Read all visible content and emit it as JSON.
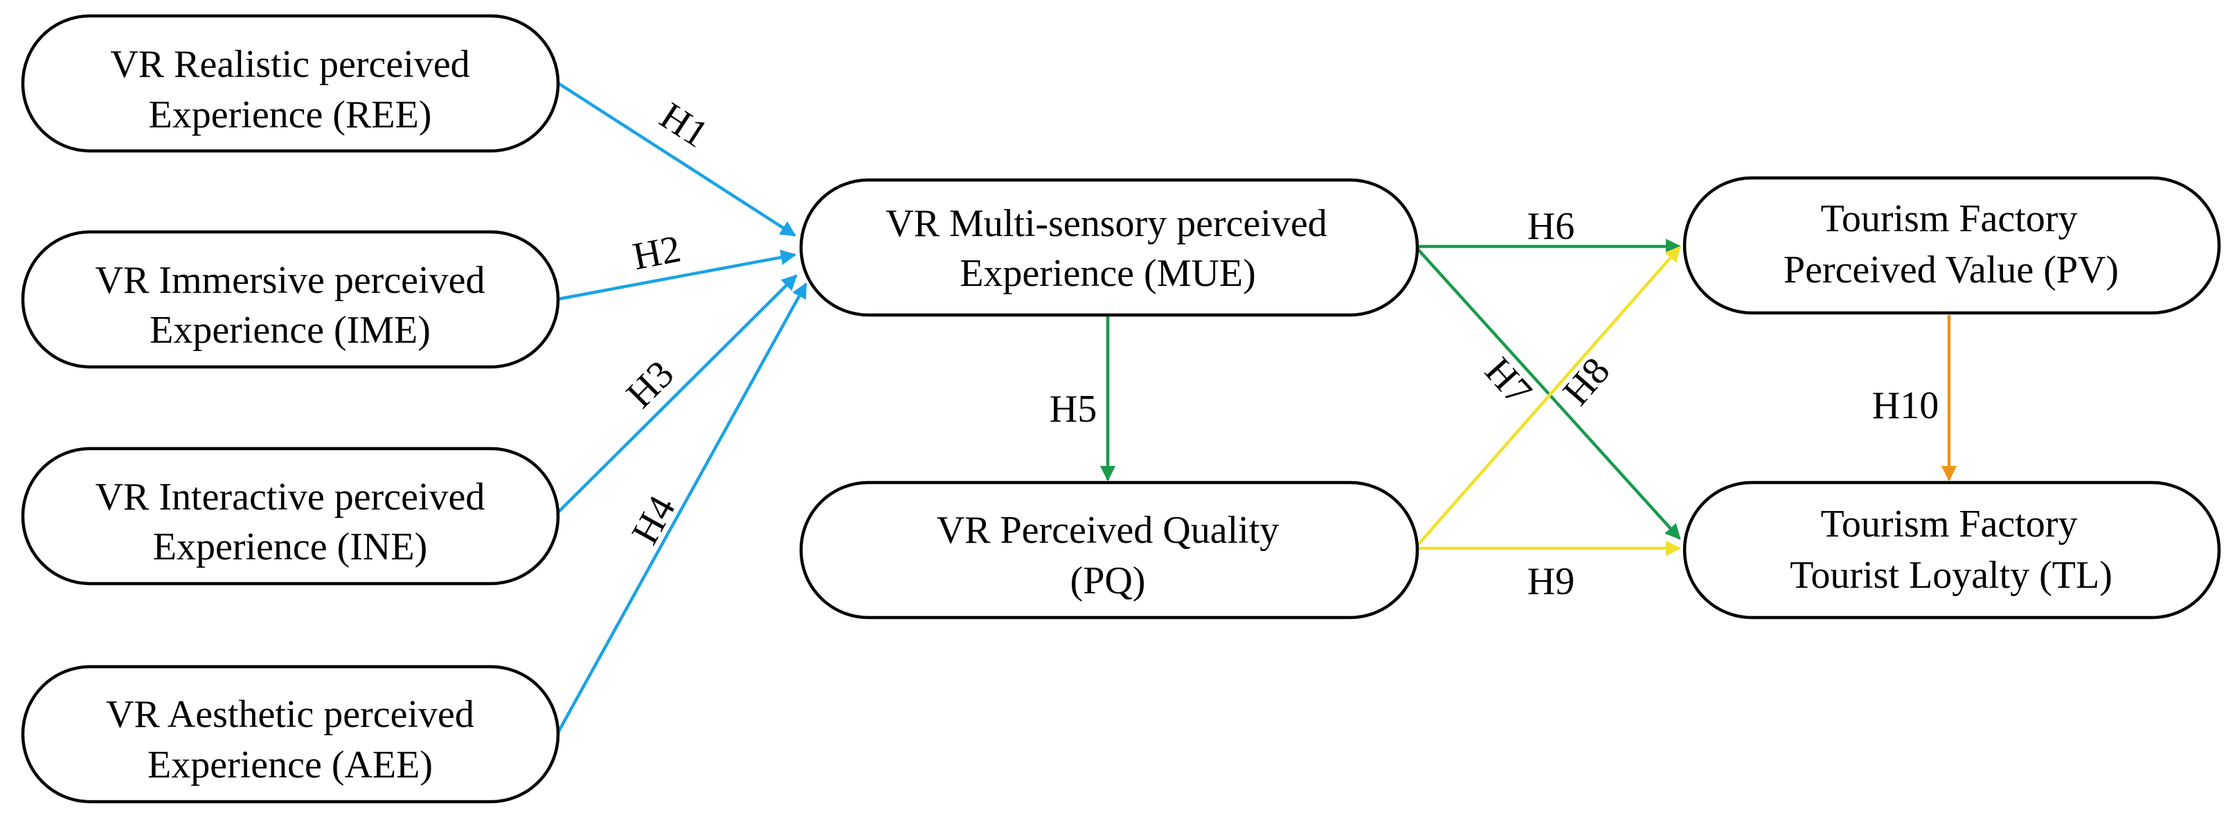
{
  "colors": {
    "blue": "#1aa3e6",
    "green": "#1a9a4c",
    "yellow": "#f2e12a",
    "orange": "#ef9417",
    "node_stroke": "#000000",
    "text": "#000000"
  },
  "nodes": {
    "ree": {
      "line1": "VR Realistic perceived",
      "line2": "Experience (REE)"
    },
    "ime": {
      "line1": "VR Immersive perceived",
      "line2": "Experience (IME)"
    },
    "ine": {
      "line1": "VR  Interactive perceived",
      "line2": "Experience (INE)"
    },
    "aee": {
      "line1": "VR  Aesthetic perceived",
      "line2": "Experience (AEE)"
    },
    "mue": {
      "line1": "VR  Multi-sensory perceived",
      "line2": "Experience (MUE)"
    },
    "pq": {
      "line1": "VR Perceived Quality",
      "line2": "(PQ)"
    },
    "pv": {
      "line1": "Tourism Factory",
      "line2": "Perceived Value (PV)"
    },
    "tl": {
      "line1": "Tourism Factory",
      "line2": "Tourist Loyalty (TL)"
    }
  },
  "edges": {
    "h1": {
      "label": "H1",
      "from": "REE",
      "to": "MUE",
      "color": "blue"
    },
    "h2": {
      "label": "H2",
      "from": "IME",
      "to": "MUE",
      "color": "blue"
    },
    "h3": {
      "label": "H3",
      "from": "INE",
      "to": "MUE",
      "color": "blue"
    },
    "h4": {
      "label": "H4",
      "from": "AEE",
      "to": "MUE",
      "color": "blue"
    },
    "h5": {
      "label": "H5",
      "from": "MUE",
      "to": "PQ",
      "color": "green"
    },
    "h6": {
      "label": "H6",
      "from": "MUE",
      "to": "PV",
      "color": "green"
    },
    "h7": {
      "label": "H7",
      "from": "MUE",
      "to": "TL",
      "color": "green"
    },
    "h8": {
      "label": "H8",
      "from": "PQ",
      "to": "PV",
      "color": "yellow"
    },
    "h9": {
      "label": "H9",
      "from": "PQ",
      "to": "TL",
      "color": "yellow"
    },
    "h10": {
      "label": "H10",
      "from": "PV",
      "to": "TL",
      "color": "orange"
    }
  }
}
